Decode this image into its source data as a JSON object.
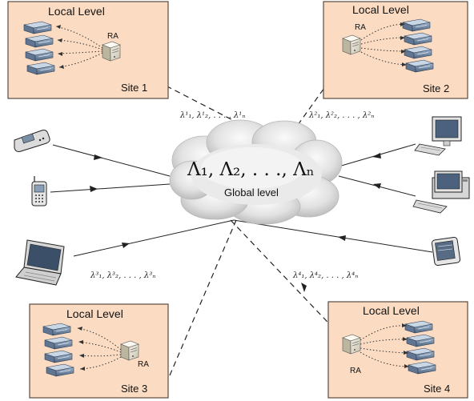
{
  "sites": [
    {
      "title": "Local Level",
      "label": "Site 1",
      "agent": "RA",
      "lambdas": "λ¹₁, λ¹₂, . . . , λ¹ₙ"
    },
    {
      "title": "Local Level",
      "label": "Site 2",
      "agent": "RA",
      "lambdas": "λ²₁, λ²₂, . . . , λ²ₙ"
    },
    {
      "title": "Local Level",
      "label": "Site 3",
      "agent": "RA",
      "lambdas": "λ³₁, λ³₂, . . . , λ³ₙ"
    },
    {
      "title": "Local Level",
      "label": "Site 4",
      "agent": "RA",
      "lambdas": "λ⁴₁, λ⁴₂, . . . , λ⁴ₙ"
    }
  ],
  "global": {
    "formula": "Λ₁, Λ₂, . . ., Λₙ",
    "label": "Global level"
  },
  "devices": [
    "mobile-phone",
    "cell-phone",
    "laptop",
    "desktop-computer",
    "desktop-computer",
    "tablet"
  ]
}
